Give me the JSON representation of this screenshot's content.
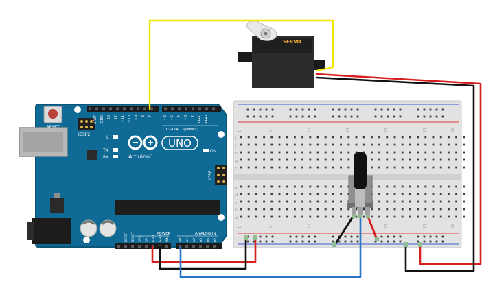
{
  "arduino": {
    "reset_label": "RESET",
    "icsp2_label": "ICSP2",
    "icsp_label": "ICSP",
    "top_pins": [
      "AREF",
      "GND",
      "13",
      "12",
      "~11",
      "~10",
      "~9",
      "8",
      "7",
      "~6",
      "~5",
      "4",
      "~3",
      "2",
      "TX▸1",
      "RX◂0"
    ],
    "digital_label": "DIGITAL (PWM=~)",
    "l_label": "L",
    "tx_label": "TX",
    "rx_label": "RX",
    "on_label": "ON",
    "brand_label": "Arduino",
    "tm_mark": "™",
    "model_label": "UNO",
    "power_label": "POWER",
    "analog_label": "ANALOG IN",
    "power_pins": [
      "IOREF",
      "RESET",
      "3V3",
      "5V",
      "GND",
      "GND",
      "VIN"
    ],
    "analog_pins": [
      "A0",
      "A1",
      "A2",
      "A3",
      "A4",
      "A5"
    ]
  },
  "servo": {
    "label": "SERVO"
  },
  "breadboard": {
    "column_numbers": [
      "1",
      "5",
      "10",
      "15",
      "20",
      "25",
      "30"
    ],
    "row_letters_top": [
      "j",
      "i",
      "h",
      "g",
      "f"
    ],
    "row_letters_bottom": [
      "e",
      "d",
      "c",
      "b",
      "a"
    ]
  },
  "colors": {
    "board": "#0f6b96",
    "board_edge": "#0a5578",
    "wire_yellow": "#f2e600",
    "wire_red": "#d81f1f",
    "wire_black": "#111111",
    "wire_blue": "#2a74c8",
    "servo_label": "#f0a830",
    "rail_red": "#e23b3b",
    "rail_blue": "#3a5fd0"
  }
}
